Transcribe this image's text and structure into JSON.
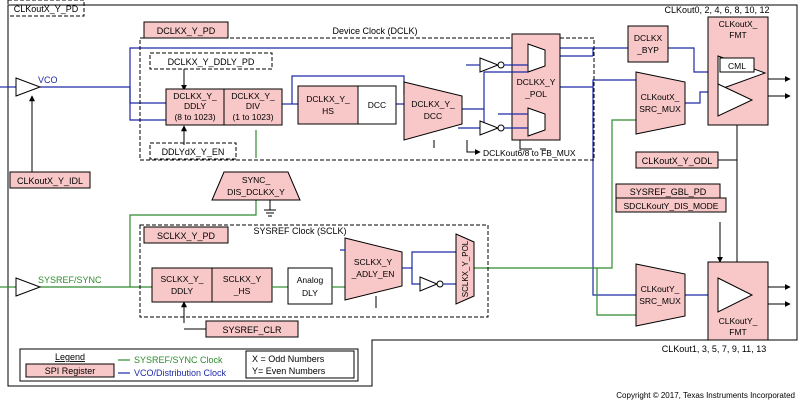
{
  "pins": {
    "clkoutx_y_pd": "CLKoutX_Y_PD",
    "vco": "VCO",
    "clkoutx_y_idl": "CLKoutX_Y_IDL",
    "sysref_sync": "SYSREF/SYNC"
  },
  "device_clock": {
    "section_label": "Device Clock (DCLK)",
    "dclkx_y_pd": "DCLKX_Y_PD",
    "dclkx_y_ddly_pd": "DCLKX_Y_DDLY_PD",
    "ddly_lines": [
      "DCLKX_Y_",
      "DDLY",
      "(8 to 1023)"
    ],
    "div_lines": [
      "DCLKX_Y_",
      "DIV",
      "(1 to 1023)"
    ],
    "hs_lines": [
      "DCLKX_Y_",
      "HS"
    ],
    "dcc_box": "DCC",
    "dcc_mux_lines": [
      "DCLKX_Y_",
      "DCC"
    ],
    "pol_mux_lines": [
      "DCLKX_Y",
      "_POL"
    ],
    "ddlydx_y_en": "DDLYdX_Y_EN",
    "fb_mux_label": "DCLKout6/8 to FB_MUX"
  },
  "sync_dis": [
    "SYNC_",
    "DIS_DCLKX_Y"
  ],
  "sysref_clock": {
    "section_label": "SYSREF Clock (SCLK)",
    "sclkx_y_pd": "SCLKX_Y_PD",
    "ddly_lines": [
      "SCLKX_Y_",
      "DDLY"
    ],
    "hs_lines": [
      "SCLKX_Y",
      "_HS"
    ],
    "analog_lines": [
      "Analog",
      "DLY"
    ],
    "adly_lines": [
      "SCLKX_Y",
      "_ADLY_EN"
    ],
    "pol_label": "SCLKX_Y_POL",
    "sysref_clr": "SYSREF_CLR"
  },
  "outputs": {
    "top_header": "CLKout0, 2, 4, 6, 8, 10, 12",
    "bottom_header": "CLKout1, 3, 5, 7, 9, 11, 13",
    "dclkx_byp": [
      "DCLKX",
      "_BYP"
    ],
    "clkoutx_src_mux": [
      "CLKoutX_",
      "SRC_MUX"
    ],
    "clkouty_src_mux": [
      "CLKoutY_",
      "SRC_MUX"
    ],
    "clkoutx_fmt": [
      "CLKoutX_",
      "FMT"
    ],
    "clkouty_fmt": [
      "CLKoutY_",
      "FMT"
    ],
    "cml": "CML",
    "clkoutx_y_odl": "CLKoutX_Y_ODL",
    "sysref_gbl_pd": "SYSREF_GBL_PD",
    "sdclkouty_dis_mode": "SDCLKoutY_DIS_MODE"
  },
  "legend": {
    "title": "Legend",
    "spi_register": "SPI Register",
    "sysref_sync_clock": "SYSREF/SYNC Clock",
    "vco_distribution_clock": "VCO/Distribution Clock",
    "odd": "X = Odd Numbers",
    "even": "Y= Even Numbers"
  },
  "colors": {
    "register_fill": "#f8c8c8",
    "vco_line": "#1f2aa6",
    "sysref_line": "#2e8b2e"
  },
  "copyright": "Copyright © 2017, Texas Instruments Incorporated"
}
